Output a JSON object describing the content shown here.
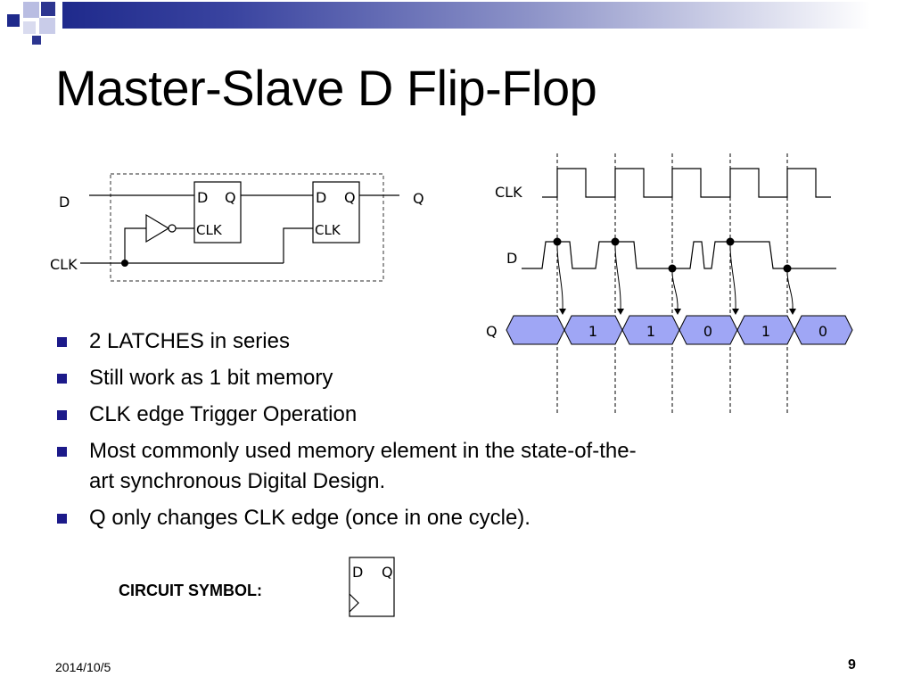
{
  "slide": {
    "title": "Master-Slave D Flip-Flop",
    "bullets": [
      "2 LATCHES in series",
      "Still work as 1 bit memory",
      "CLK edge Trigger Operation",
      "Most commonly used memory element in the state-of-the-art synchronous Digital Design.",
      "Q only changes CLK edge (once in one cycle)."
    ],
    "symbol_label": "CIRCUIT SYMBOL:",
    "footer_date": "2014/10/5",
    "page_number": "9",
    "accent_color": "#1c1a8a"
  },
  "circuit": {
    "input_d": "D",
    "input_clk": "CLK",
    "output_q": "Q",
    "master": {
      "d": "D",
      "q": "Q",
      "clk": "CLK"
    },
    "slave": {
      "d": "D",
      "q": "Q",
      "clk": "CLK"
    }
  },
  "timing": {
    "clk_label": "CLK",
    "d_label": "D",
    "q_label": "Q",
    "q_values": [
      "1",
      "1",
      "0",
      "1",
      "0"
    ],
    "q_fill": "#9fa6f5"
  },
  "symbol": {
    "d": "D",
    "q": "Q"
  }
}
